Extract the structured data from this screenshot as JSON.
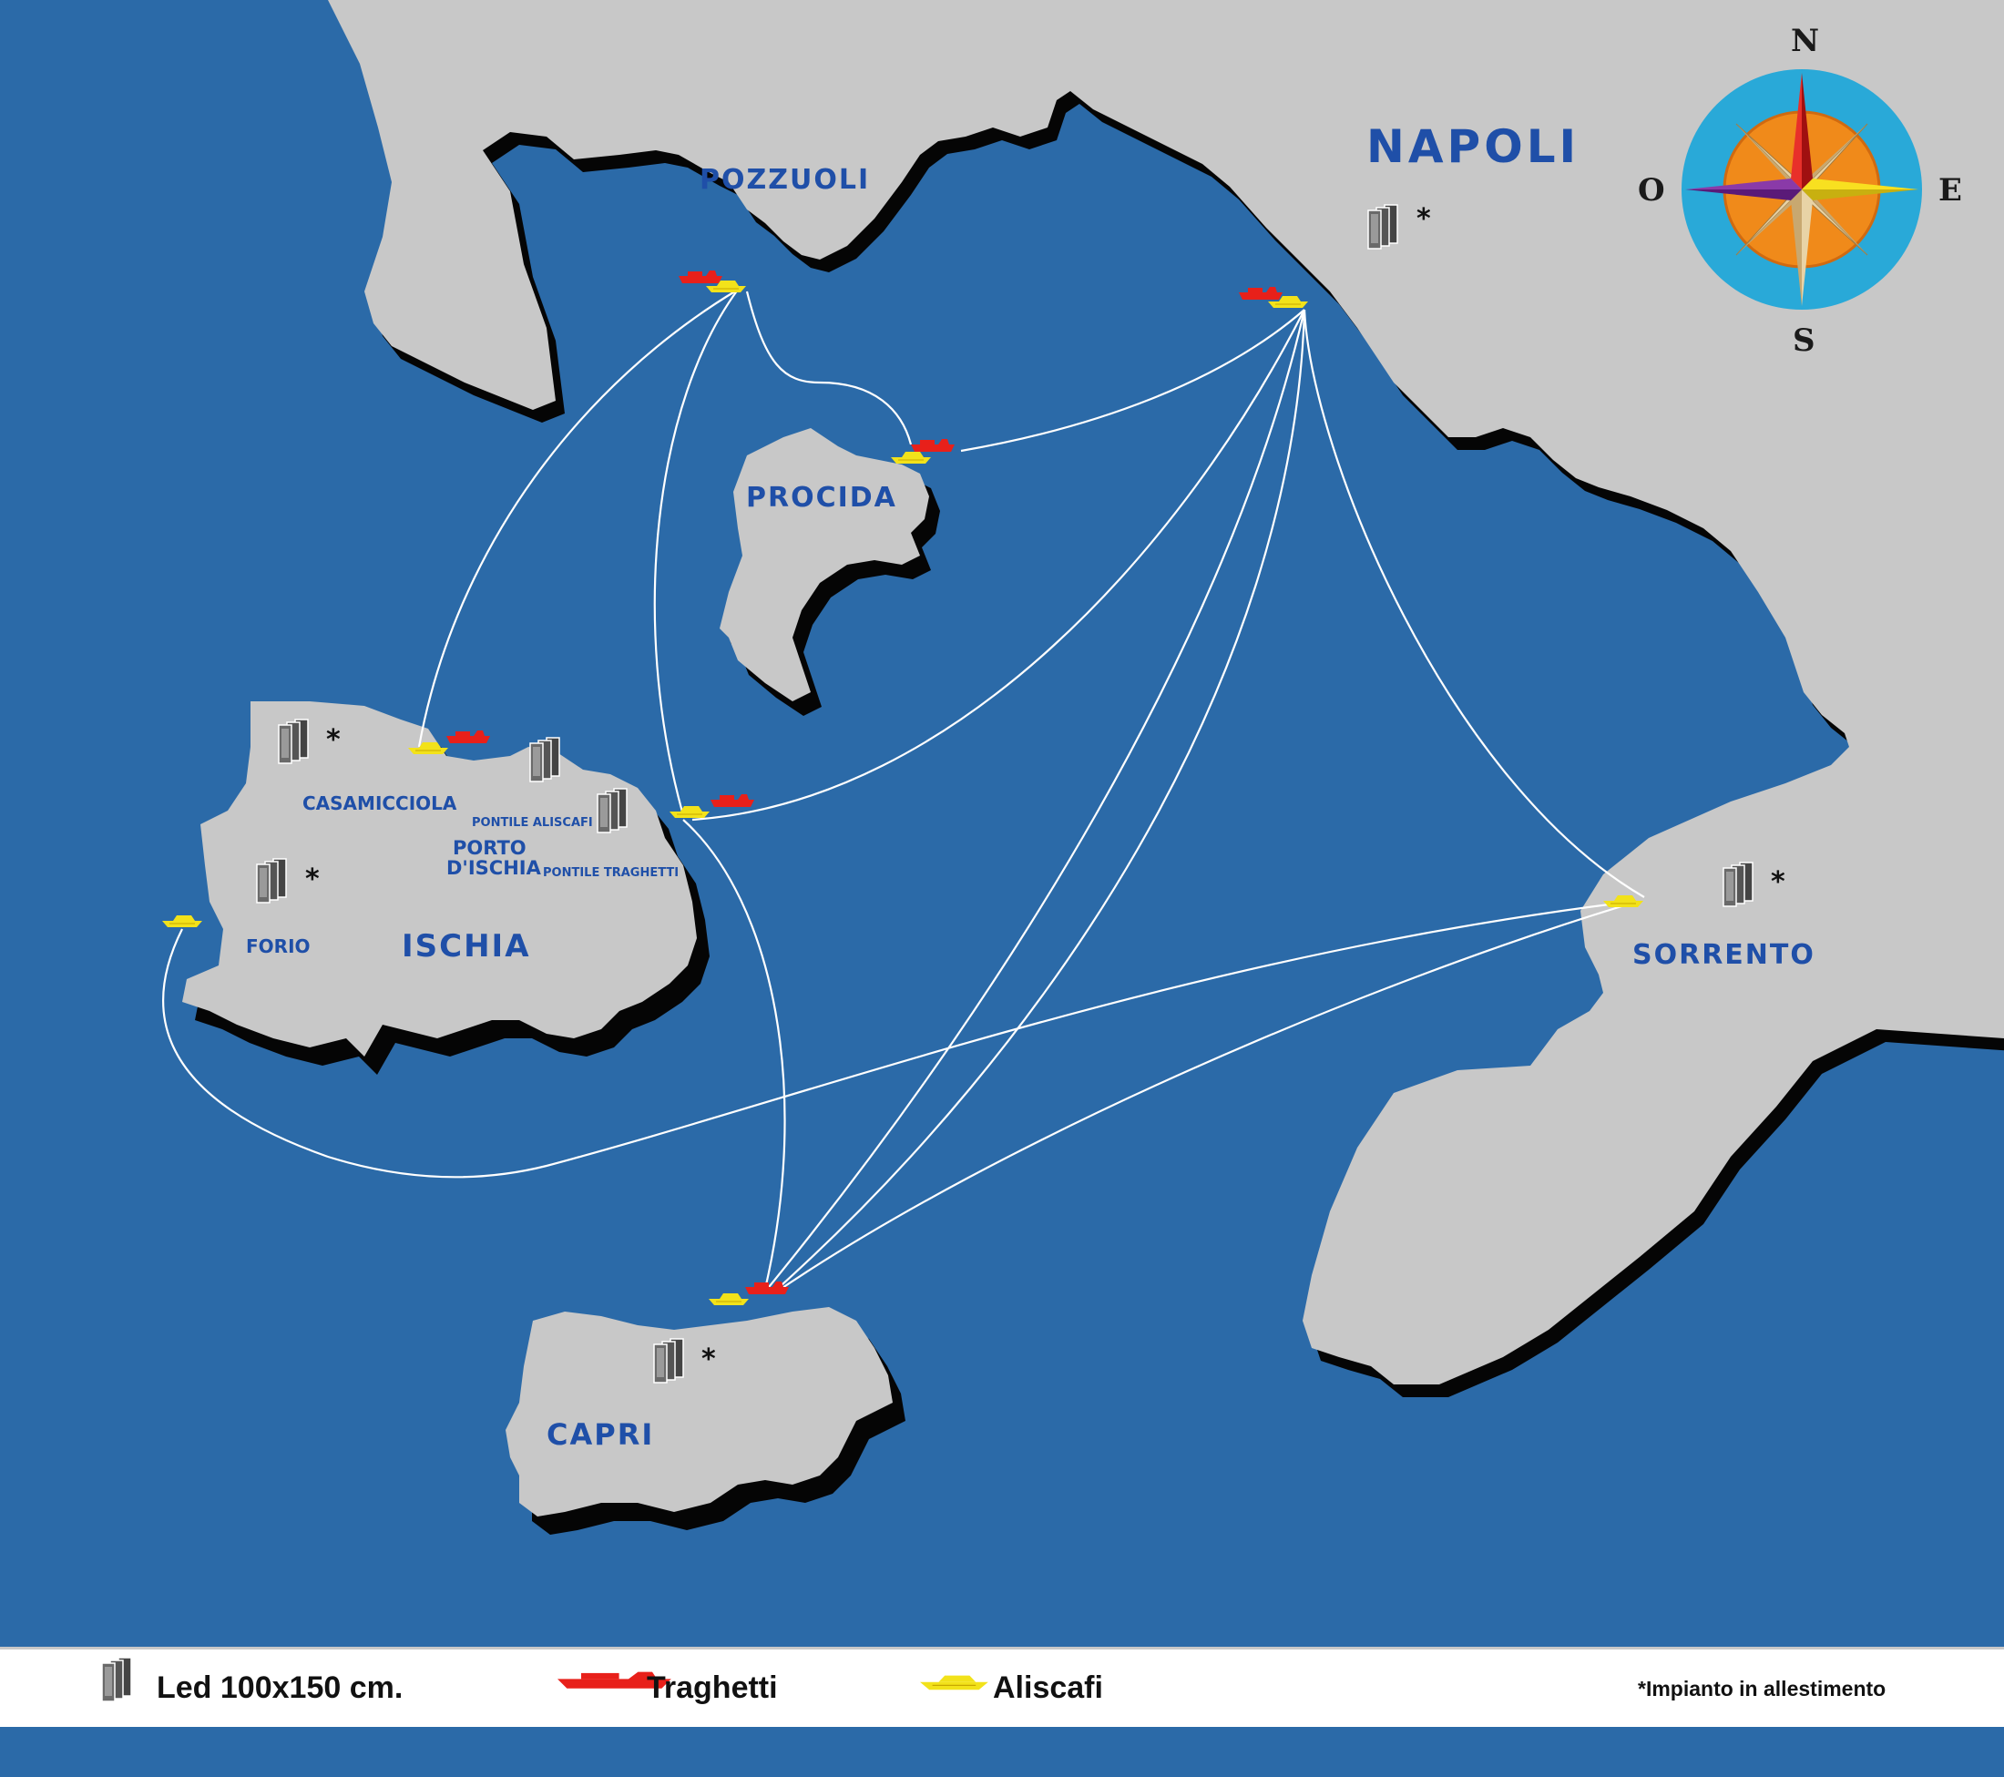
{
  "labels": {
    "napoli": "NAPOLI",
    "pozzuoli": "POZZUOLI",
    "procida": "PROCIDA",
    "ischia": "ISCHIA",
    "casamicciola": "CASAMICCIOLA",
    "forio": "FORIO",
    "porto_ischia_line1": "PORTO",
    "porto_ischia_line2": "D'ISCHIA",
    "pontile_aliscafi": "PONTILE ALISCAFI",
    "pontile_traghetti": "PONTILE TRAGHETTI",
    "sorrento": "SORRENTO",
    "capri": "CAPRI"
  },
  "compass": {
    "north": "N",
    "south": "S",
    "east": "E",
    "west": "O"
  },
  "asterisk": "*",
  "legend": {
    "led": "Led 100x150 cm.",
    "traghetti": "Traghetti",
    "aliscafi": "Aliscafi",
    "note": "*Impianto in allestimento"
  },
  "colors": {
    "sea": "#2b6aa8",
    "land": "#c8c8c8",
    "label": "#1f4fa8",
    "ferry": "#e8201a",
    "hydrofoil": "#f2e21a",
    "route": "#ffffff"
  }
}
